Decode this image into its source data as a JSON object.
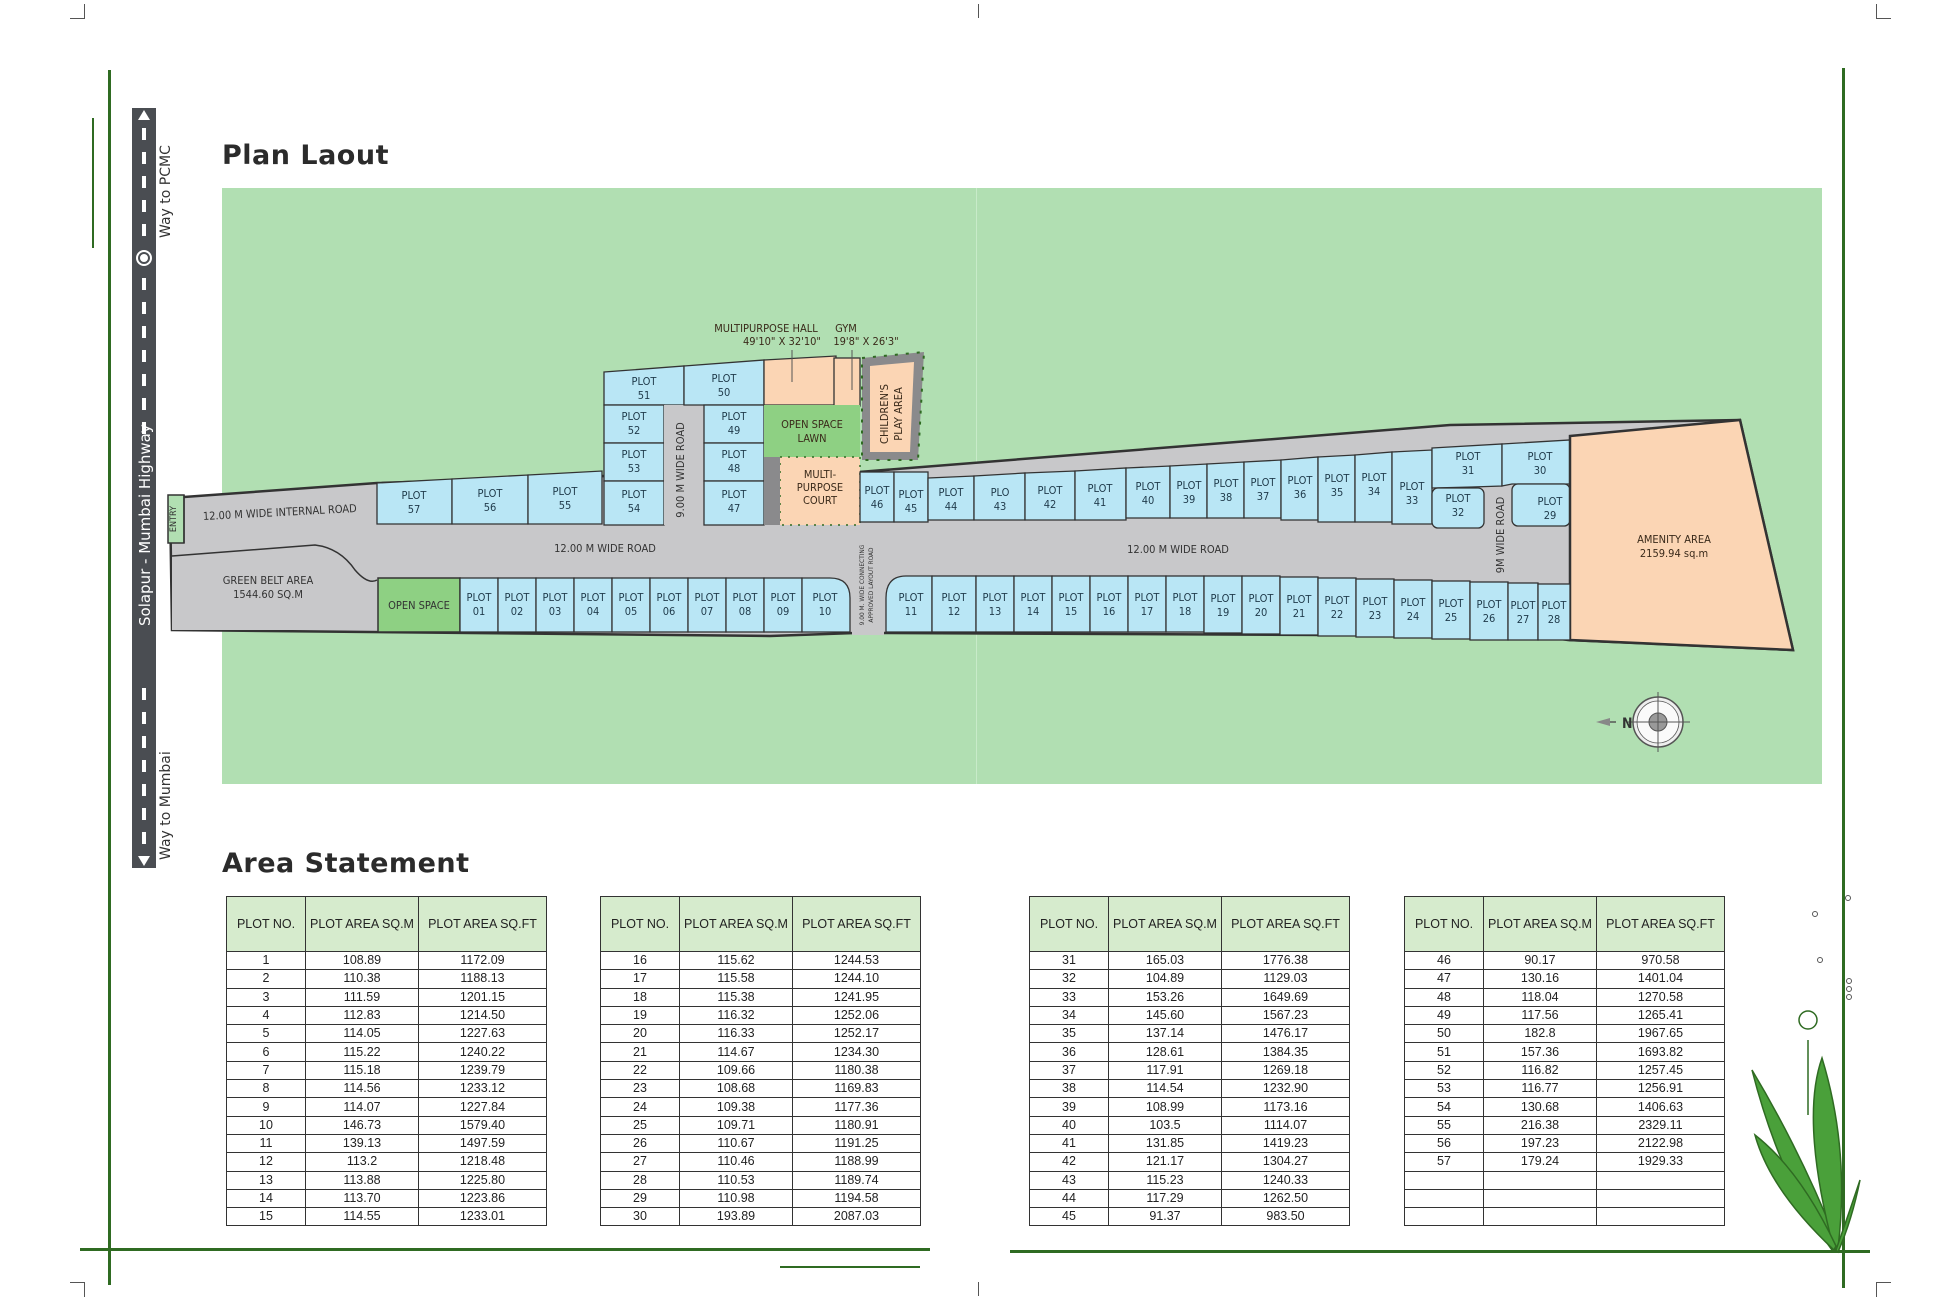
{
  "titles": {
    "plan_layout": "Plan Laout",
    "area_statement": "Area Statement"
  },
  "highway": {
    "name": "Solapur - Mumbai Highway",
    "north_direction": "Way to PCMC",
    "south_direction": "Way to Mumbai"
  },
  "colors": {
    "background_green": "#b1dfb2",
    "plot_blue": "#b9e6f5",
    "road_grey": "#c8c8ca",
    "amenity_peach": "#fbd5b4",
    "open_space_green": "#8ed083",
    "table_header": "#d6ebcd",
    "frame_green": "#2f6b22"
  },
  "plan": {
    "entry": "ENTRY",
    "internal_road": "12.00 M WIDE INTERNAL ROAD",
    "green_belt": {
      "name": "GREEN BELT AREA",
      "area": "1544.60 SQ.M"
    },
    "open_space": "OPEN SPACE",
    "main_road_left": "12.00 M WIDE ROAD",
    "main_road_right": "12.00 M WIDE ROAD",
    "vertical_road": "9.00 M WIDE ROAD",
    "connecting_road_1": "9.00 M. WIDE CONNECTING",
    "connecting_road_2": "APPROVED LAYOUT ROAD",
    "east_road": "9M WIDE ROAD",
    "multipurpose_hall": {
      "name": "MULTIPURPOSE HALL",
      "size": "49'10\" X 32'10\""
    },
    "gym": {
      "name": "GYM",
      "size": "19'8\" X 26'3\""
    },
    "childrens_play_area_1": "CHILDREN'S",
    "childrens_play_area_2": "PLAY AREA",
    "open_space_lawn_1": "OPEN SPACE",
    "open_space_lawn_2": "LAWN",
    "multipurpose_court_1": "MULTI-",
    "multipurpose_court_2": "PURPOSE",
    "multipurpose_court_3": "COURT",
    "amenity_area": {
      "name": "AMENITY AREA",
      "area": "2159.94 sq.m"
    },
    "compass_label": "N",
    "plot_word": "PLOT",
    "plot_43_word": "PLO",
    "bottom_plots": [
      "01",
      "02",
      "03",
      "04",
      "05",
      "06",
      "07",
      "08",
      "09",
      "10"
    ],
    "bottom_plots_right": [
      "11",
      "12",
      "13",
      "14",
      "15",
      "16",
      "17",
      "18",
      "19",
      "20",
      "21",
      "22",
      "23",
      "24",
      "25",
      "26",
      "27",
      "28"
    ],
    "top_plots_right": [
      "44",
      "43",
      "42",
      "41",
      "40",
      "39",
      "38",
      "37",
      "36",
      "35",
      "34",
      "33"
    ],
    "top_plots_left": [
      "57",
      "56",
      "55"
    ]
  },
  "area_statement": {
    "headers": [
      "PLOT NO.",
      "PLOT AREA SQ.M",
      "PLOT AREA SQ.FT"
    ],
    "tables": [
      [
        [
          "1",
          "108.89",
          "1172.09"
        ],
        [
          "2",
          "110.38",
          "1188.13"
        ],
        [
          "3",
          "111.59",
          "1201.15"
        ],
        [
          "4",
          "112.83",
          "1214.50"
        ],
        [
          "5",
          "114.05",
          "1227.63"
        ],
        [
          "6",
          "115.22",
          "1240.22"
        ],
        [
          "7",
          "115.18",
          "1239.79"
        ],
        [
          "8",
          "114.56",
          "1233.12"
        ],
        [
          "9",
          "114.07",
          "1227.84"
        ],
        [
          "10",
          "146.73",
          "1579.40"
        ],
        [
          "11",
          "139.13",
          "1497.59"
        ],
        [
          "12",
          "113.2",
          "1218.48"
        ],
        [
          "13",
          "113.88",
          "1225.80"
        ],
        [
          "14",
          "113.70",
          "1223.86"
        ],
        [
          "15",
          "114.55",
          "1233.01"
        ]
      ],
      [
        [
          "16",
          "115.62",
          "1244.53"
        ],
        [
          "17",
          "115.58",
          "1244.10"
        ],
        [
          "18",
          "115.38",
          "1241.95"
        ],
        [
          "19",
          "116.32",
          "1252.06"
        ],
        [
          "20",
          "116.33",
          "1252.17"
        ],
        [
          "21",
          "114.67",
          "1234.30"
        ],
        [
          "22",
          "109.66",
          "1180.38"
        ],
        [
          "23",
          "108.68",
          "1169.83"
        ],
        [
          "24",
          "109.38",
          "1177.36"
        ],
        [
          "25",
          "109.71",
          "1180.91"
        ],
        [
          "26",
          "110.67",
          "1191.25"
        ],
        [
          "27",
          "110.46",
          "1188.99"
        ],
        [
          "28",
          "110.53",
          "1189.74"
        ],
        [
          "29",
          "110.98",
          "1194.58"
        ],
        [
          "30",
          "193.89",
          "2087.03"
        ]
      ],
      [
        [
          "31",
          "165.03",
          "1776.38"
        ],
        [
          "32",
          "104.89",
          "1129.03"
        ],
        [
          "33",
          "153.26",
          "1649.69"
        ],
        [
          "34",
          "145.60",
          "1567.23"
        ],
        [
          "35",
          "137.14",
          "1476.17"
        ],
        [
          "36",
          "128.61",
          "1384.35"
        ],
        [
          "37",
          "117.91",
          "1269.18"
        ],
        [
          "38",
          "114.54",
          "1232.90"
        ],
        [
          "39",
          "108.99",
          "1173.16"
        ],
        [
          "40",
          "103.5",
          "1114.07"
        ],
        [
          "41",
          "131.85",
          "1419.23"
        ],
        [
          "42",
          "121.17",
          "1304.27"
        ],
        [
          "43",
          "115.23",
          "1240.33"
        ],
        [
          "44",
          "117.29",
          "1262.50"
        ],
        [
          "45",
          "91.37",
          "983.50"
        ]
      ],
      [
        [
          "46",
          "90.17",
          "970.58"
        ],
        [
          "47",
          "130.16",
          "1401.04"
        ],
        [
          "48",
          "118.04",
          "1270.58"
        ],
        [
          "49",
          "117.56",
          "1265.41"
        ],
        [
          "50",
          "182.8",
          "1967.65"
        ],
        [
          "51",
          "157.36",
          "1693.82"
        ],
        [
          "52",
          "116.82",
          "1257.45"
        ],
        [
          "53",
          "116.77",
          "1256.91"
        ],
        [
          "54",
          "130.68",
          "1406.63"
        ],
        [
          "55",
          "216.38",
          "2329.11"
        ],
        [
          "56",
          "197.23",
          "2122.98"
        ],
        [
          "57",
          "179.24",
          "1929.33"
        ],
        [
          "",
          "",
          ""
        ],
        [
          "",
          "",
          ""
        ],
        [
          "",
          "",
          ""
        ]
      ]
    ]
  }
}
